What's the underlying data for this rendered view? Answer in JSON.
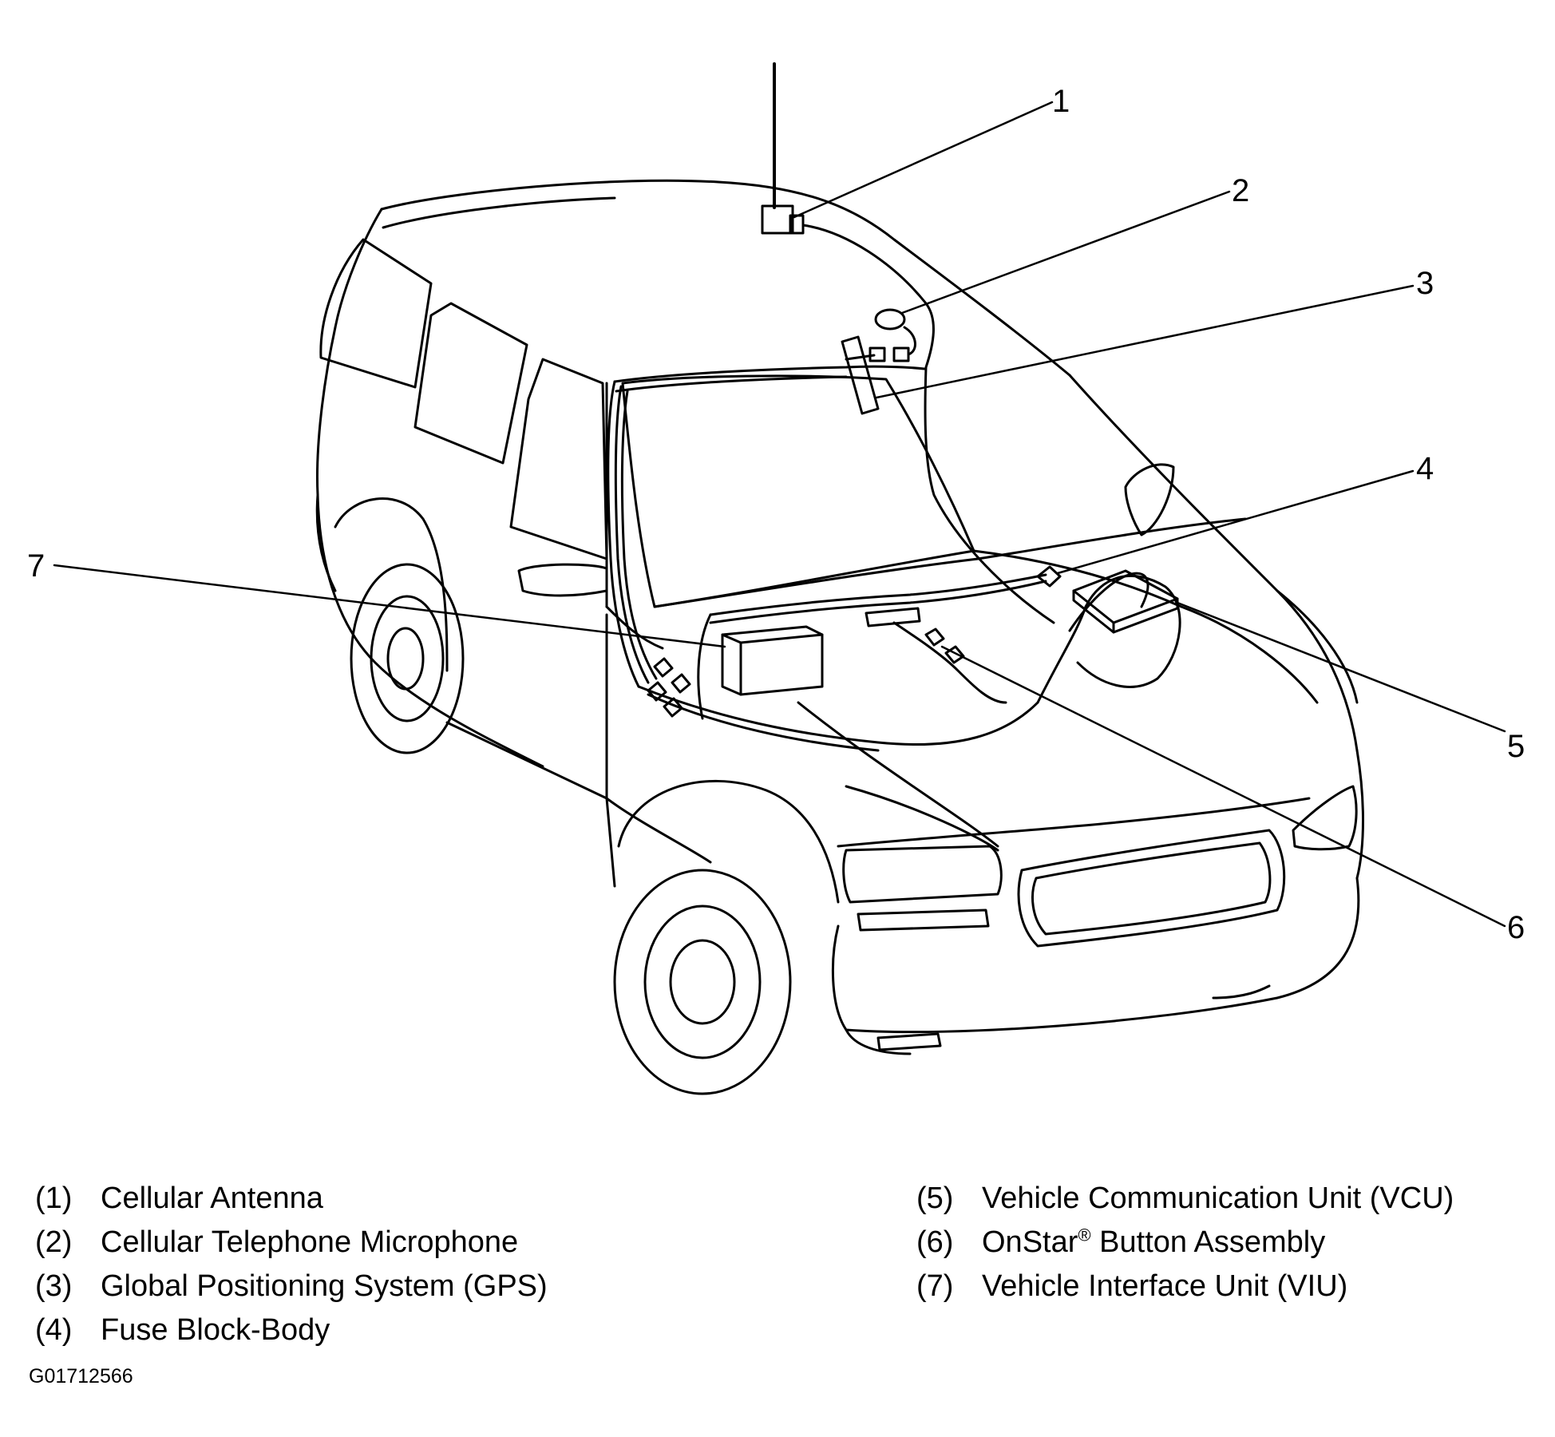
{
  "callouts": [
    "1",
    "2",
    "3",
    "4",
    "5",
    "6",
    "7"
  ],
  "legend": {
    "left": [
      {
        "num": "(1)",
        "label": "Cellular Antenna"
      },
      {
        "num": "(2)",
        "label": "Cellular Telephone Microphone"
      },
      {
        "num": "(3)",
        "label": "Global Positioning System (GPS)"
      },
      {
        "num": "(4)",
        "label": "Fuse Block-Body"
      }
    ],
    "right": [
      {
        "num": "(5)",
        "label": "Vehicle Communication Unit (VCU)"
      },
      {
        "num": "(6)",
        "label_pre": "OnStar",
        "label_sup": "®",
        "label_post": " Button Assembly"
      },
      {
        "num": "(7)",
        "label": "Vehicle Interface Unit (VIU)"
      }
    ]
  },
  "figure_id": "G01712566",
  "colors": {
    "line": "#000000",
    "background": "#ffffff"
  }
}
